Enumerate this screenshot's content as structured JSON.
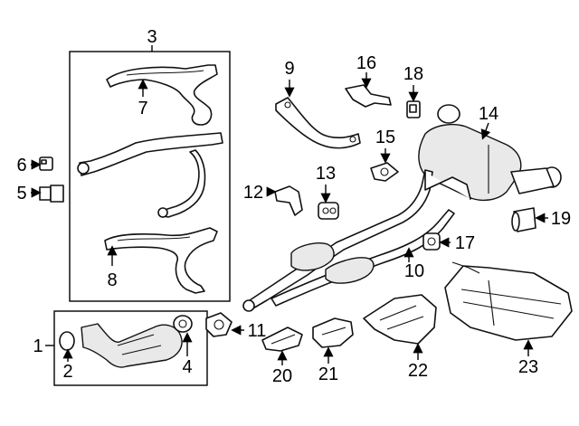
{
  "callouts": {
    "c1": "1",
    "c2": "2",
    "c3": "3",
    "c4": "4",
    "c5": "5",
    "c6": "6",
    "c7": "7",
    "c8": "8",
    "c9": "9",
    "c10": "10",
    "c11": "11",
    "c12": "12",
    "c13": "13",
    "c14": "14",
    "c15": "15",
    "c16": "16",
    "c17": "17",
    "c18": "18",
    "c19": "19",
    "c20": "20",
    "c21": "21",
    "c22": "22",
    "c23": "23"
  },
  "colors": {
    "line": "#111111",
    "shade": "#e9e9e9",
    "background": "#ffffff"
  }
}
